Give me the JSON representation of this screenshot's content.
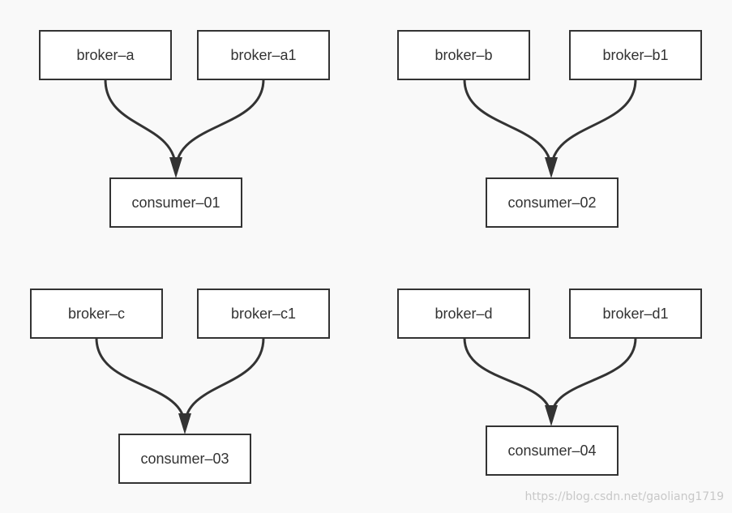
{
  "diagram": {
    "groups": [
      {
        "brokers": [
          "broker–a",
          "broker–a1"
        ],
        "consumer": "consumer–01"
      },
      {
        "brokers": [
          "broker–b",
          "broker–b1"
        ],
        "consumer": "consumer–02"
      },
      {
        "brokers": [
          "broker–c",
          "broker–c1"
        ],
        "consumer": "consumer–03"
      },
      {
        "brokers": [
          "broker–d",
          "broker–d1"
        ],
        "consumer": "consumer–04"
      }
    ],
    "edges": [
      {
        "from": "broker–a",
        "to": "consumer–01"
      },
      {
        "from": "broker–a1",
        "to": "consumer–01"
      },
      {
        "from": "broker–b",
        "to": "consumer–02"
      },
      {
        "from": "broker–b1",
        "to": "consumer–02"
      },
      {
        "from": "broker–c",
        "to": "consumer–03"
      },
      {
        "from": "broker–c1",
        "to": "consumer–03"
      },
      {
        "from": "broker–d",
        "to": "consumer–04"
      },
      {
        "from": "broker–d1",
        "to": "consumer–04"
      }
    ],
    "colors": {
      "background": "#f9f9f9",
      "stroke": "#333333",
      "node_fill": "#ffffff"
    }
  },
  "watermark": "https://blog.csdn.net/gaoliang1719"
}
